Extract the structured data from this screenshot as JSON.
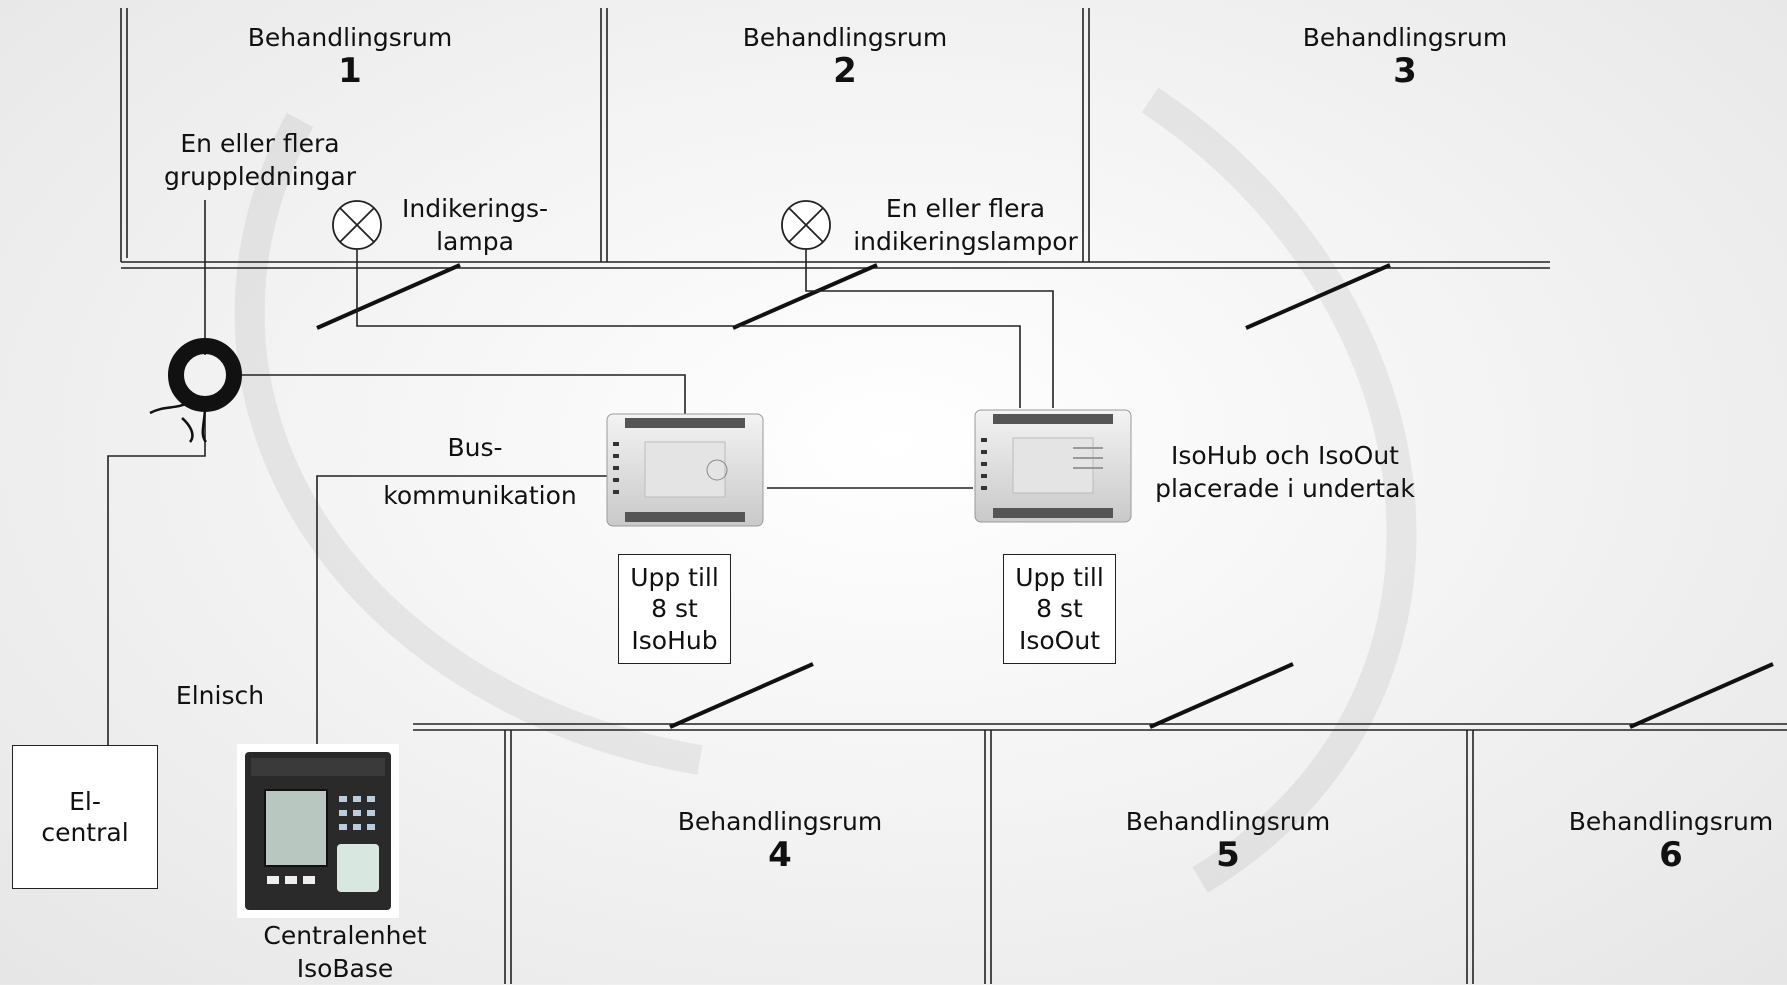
{
  "rooms": [
    {
      "title": "Behandlingsrum",
      "number": "1"
    },
    {
      "title": "Behandlingsrum",
      "number": "2"
    },
    {
      "title": "Behandlingsrum",
      "number": "3"
    },
    {
      "title": "Behandlingsrum",
      "number": "4"
    },
    {
      "title": "Behandlingsrum",
      "number": "5"
    },
    {
      "title": "Behandlingsrum",
      "number": "6"
    }
  ],
  "labels": {
    "group_lines": "En eller flera\ngruppledningar",
    "indicator_lamp": "Indikerings-\nlampa",
    "indicator_lamps": "En eller flera\nindikeringslampor",
    "bus_1": "Bus-",
    "bus_2": "kommunikation",
    "hub_placement": "IsoHub och IsoOut\nplacerade i undertak",
    "elnisch": "Elnisch",
    "el_central": "El-\ncentral",
    "central_unit": "Centralenhet\nIsoBase",
    "isohub_count": "Upp till\n8 st\nIsoHub",
    "isoout_count": "Upp till\n8 st\nIsoOut"
  },
  "icons": {
    "lamp": "lamp-icon",
    "current_transformer": "current-transformer-icon",
    "isohub": "isohub-device",
    "isoout": "isoout-device",
    "isobase": "isobase-device"
  }
}
